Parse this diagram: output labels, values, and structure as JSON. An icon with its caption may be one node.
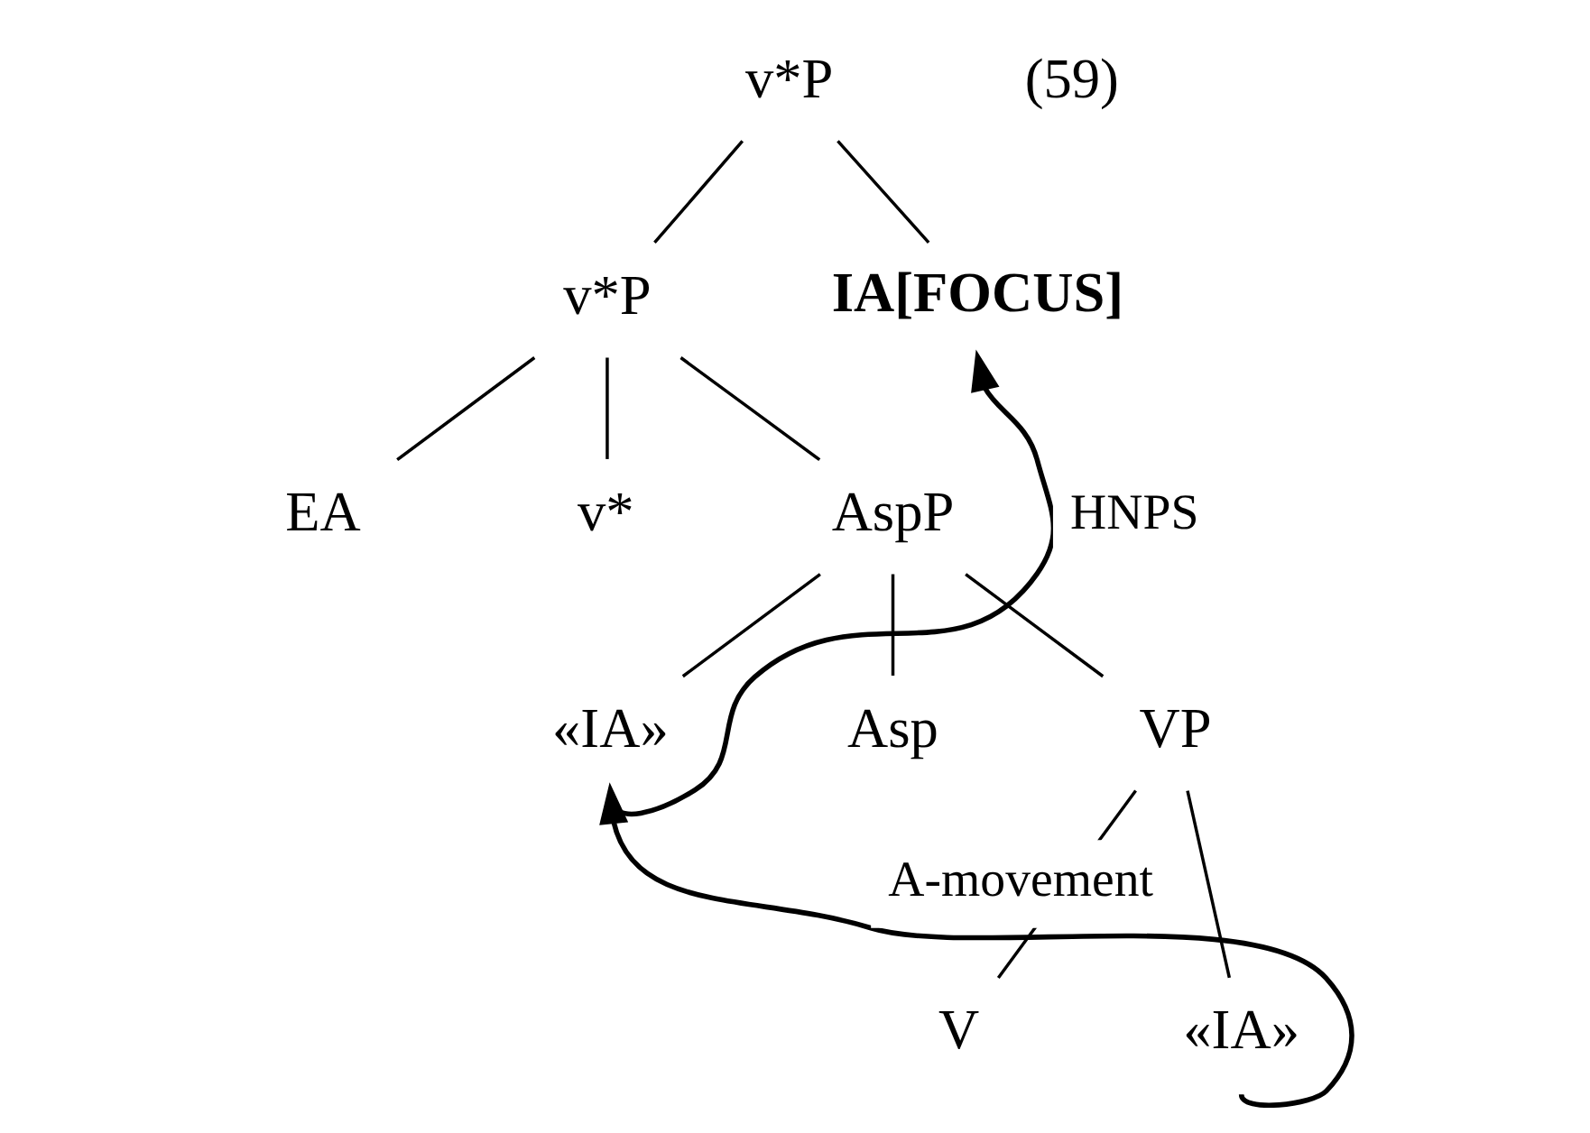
{
  "diagram": {
    "nodes": [
      {
        "text": [
          "v*P"
        ]
      },
      {
        "text": [
          "v*P"
        ]
      },
      {
        "text": [
          "IA[FOCUS]"
        ]
      },
      {
        "text": [
          "EA"
        ]
      },
      {
        "text": [
          "v*"
        ]
      },
      {
        "text": [
          "AspP"
        ]
      },
      {
        "text": [
          "«IA»"
        ]
      },
      {
        "text": [
          "Asp"
        ]
      },
      {
        "text": [
          "VP"
        ]
      },
      {
        "text": [
          "V"
        ]
      },
      {
        "text": [
          "«IA»"
        ]
      }
    ],
    "edges": [
      {
        "from": 0,
        "to": 1,
        "arrow": "none"
      },
      {
        "from": 0,
        "to": 2,
        "arrow": "none"
      },
      {
        "from": 1,
        "to": 3,
        "arrow": "none"
      },
      {
        "from": 1,
        "to": 4,
        "arrow": "none"
      },
      {
        "from": 1,
        "to": 5,
        "arrow": "none"
      },
      {
        "from": 5,
        "to": 6,
        "arrow": "none"
      },
      {
        "from": 5,
        "to": 7,
        "arrow": "none"
      },
      {
        "from": 5,
        "to": 8,
        "arrow": "none"
      },
      {
        "from": 8,
        "to": 9,
        "arrow": "none"
      },
      {
        "from": 8,
        "to": 10,
        "arrow": "none"
      },
      {
        "from": 6,
        "to": 2,
        "arrow": "to",
        "label": "HNPS"
      },
      {
        "from": 10,
        "to": 6,
        "arrow": "to",
        "label": "A-movement"
      }
    ],
    "labels": [
      "(59)"
    ]
  }
}
